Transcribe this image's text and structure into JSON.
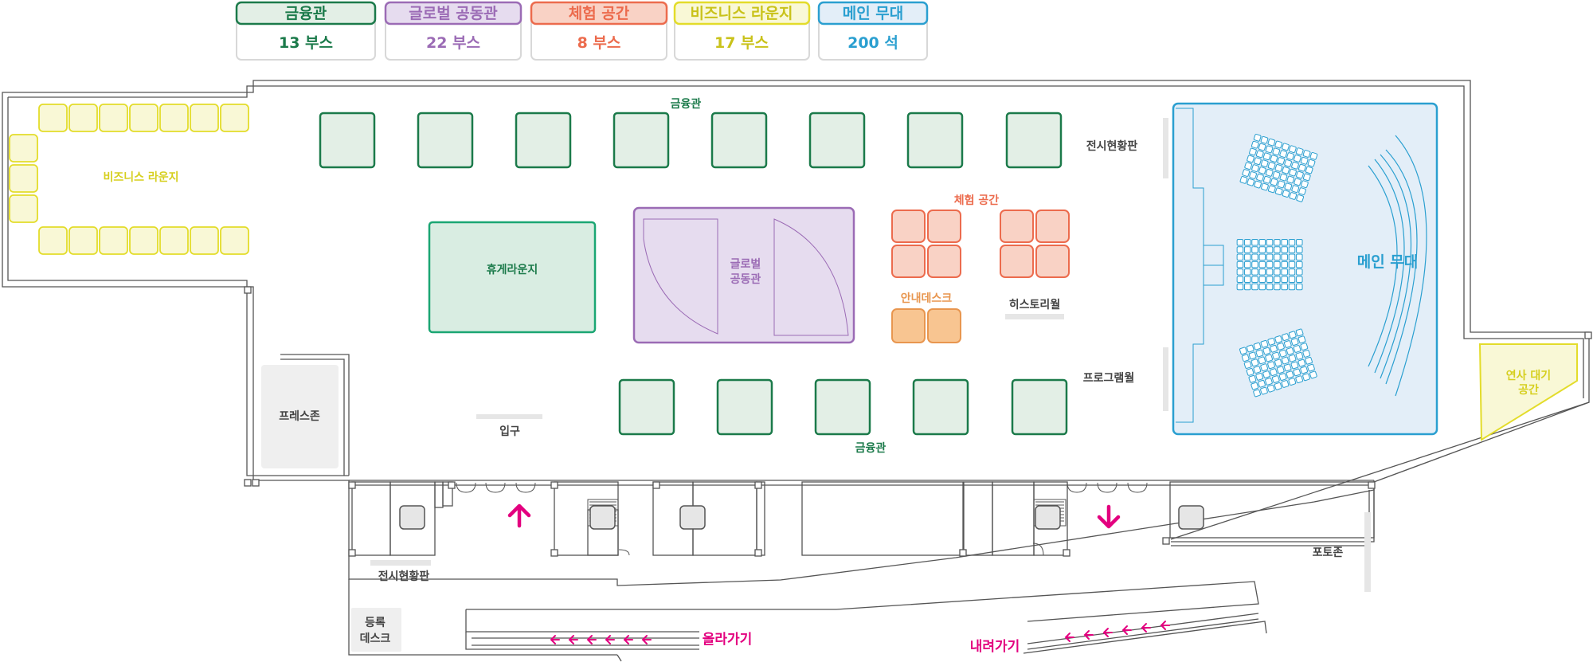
{
  "legend": [
    {
      "name": "금융관",
      "value": "13 부스"
    },
    {
      "name": "글로벌 공동관",
      "value": "22 부스"
    },
    {
      "name": "체험 공간",
      "value": "8 부스"
    },
    {
      "name": "비즈니스 라운지",
      "value": "17 부스"
    },
    {
      "name": "메인 무대",
      "value": "200 석"
    }
  ],
  "labels": {
    "finance_top": "금융관",
    "finance_bottom": "금융관",
    "business_lounge": "비즈니스 라운지",
    "rest_lounge": "휴게라운지",
    "global_line1": "글로벌",
    "global_line2": "공동관",
    "experience": "체험 공간",
    "info_desk": "안내데스크",
    "history_wall": "히스토리월",
    "exhibit_board_top": "전시현황판",
    "program_wall": "프로그램월",
    "main_stage": "메인 무대",
    "speaker_line1": "연사 대기",
    "speaker_line2": "공간",
    "press_zone": "프레스존",
    "entrance": "입구",
    "exhibit_board_bottom": "전시현황판",
    "photo_zone": "포토존",
    "reg_line1": "등록",
    "reg_line2": "데스크",
    "go_up": "올라가기",
    "go_down": "내려가기"
  },
  "colors": {
    "finance": "#1b7a4a",
    "finance_fill": "#e3efe6",
    "global": "#9b6bb5",
    "global_fill": "#e6dcef",
    "experience": "#ec6b4d",
    "experience_fill": "#f9d2c5",
    "business": "#e3dc2a",
    "business_fill": "#f9f8d6",
    "stage": "#2a9fd0",
    "stage_fill": "#e3eef8",
    "info": "#e8964f",
    "info_fill": "#f8c591",
    "arrow": "#e3007f",
    "wall": "#555555",
    "label_gray": "#444444"
  }
}
